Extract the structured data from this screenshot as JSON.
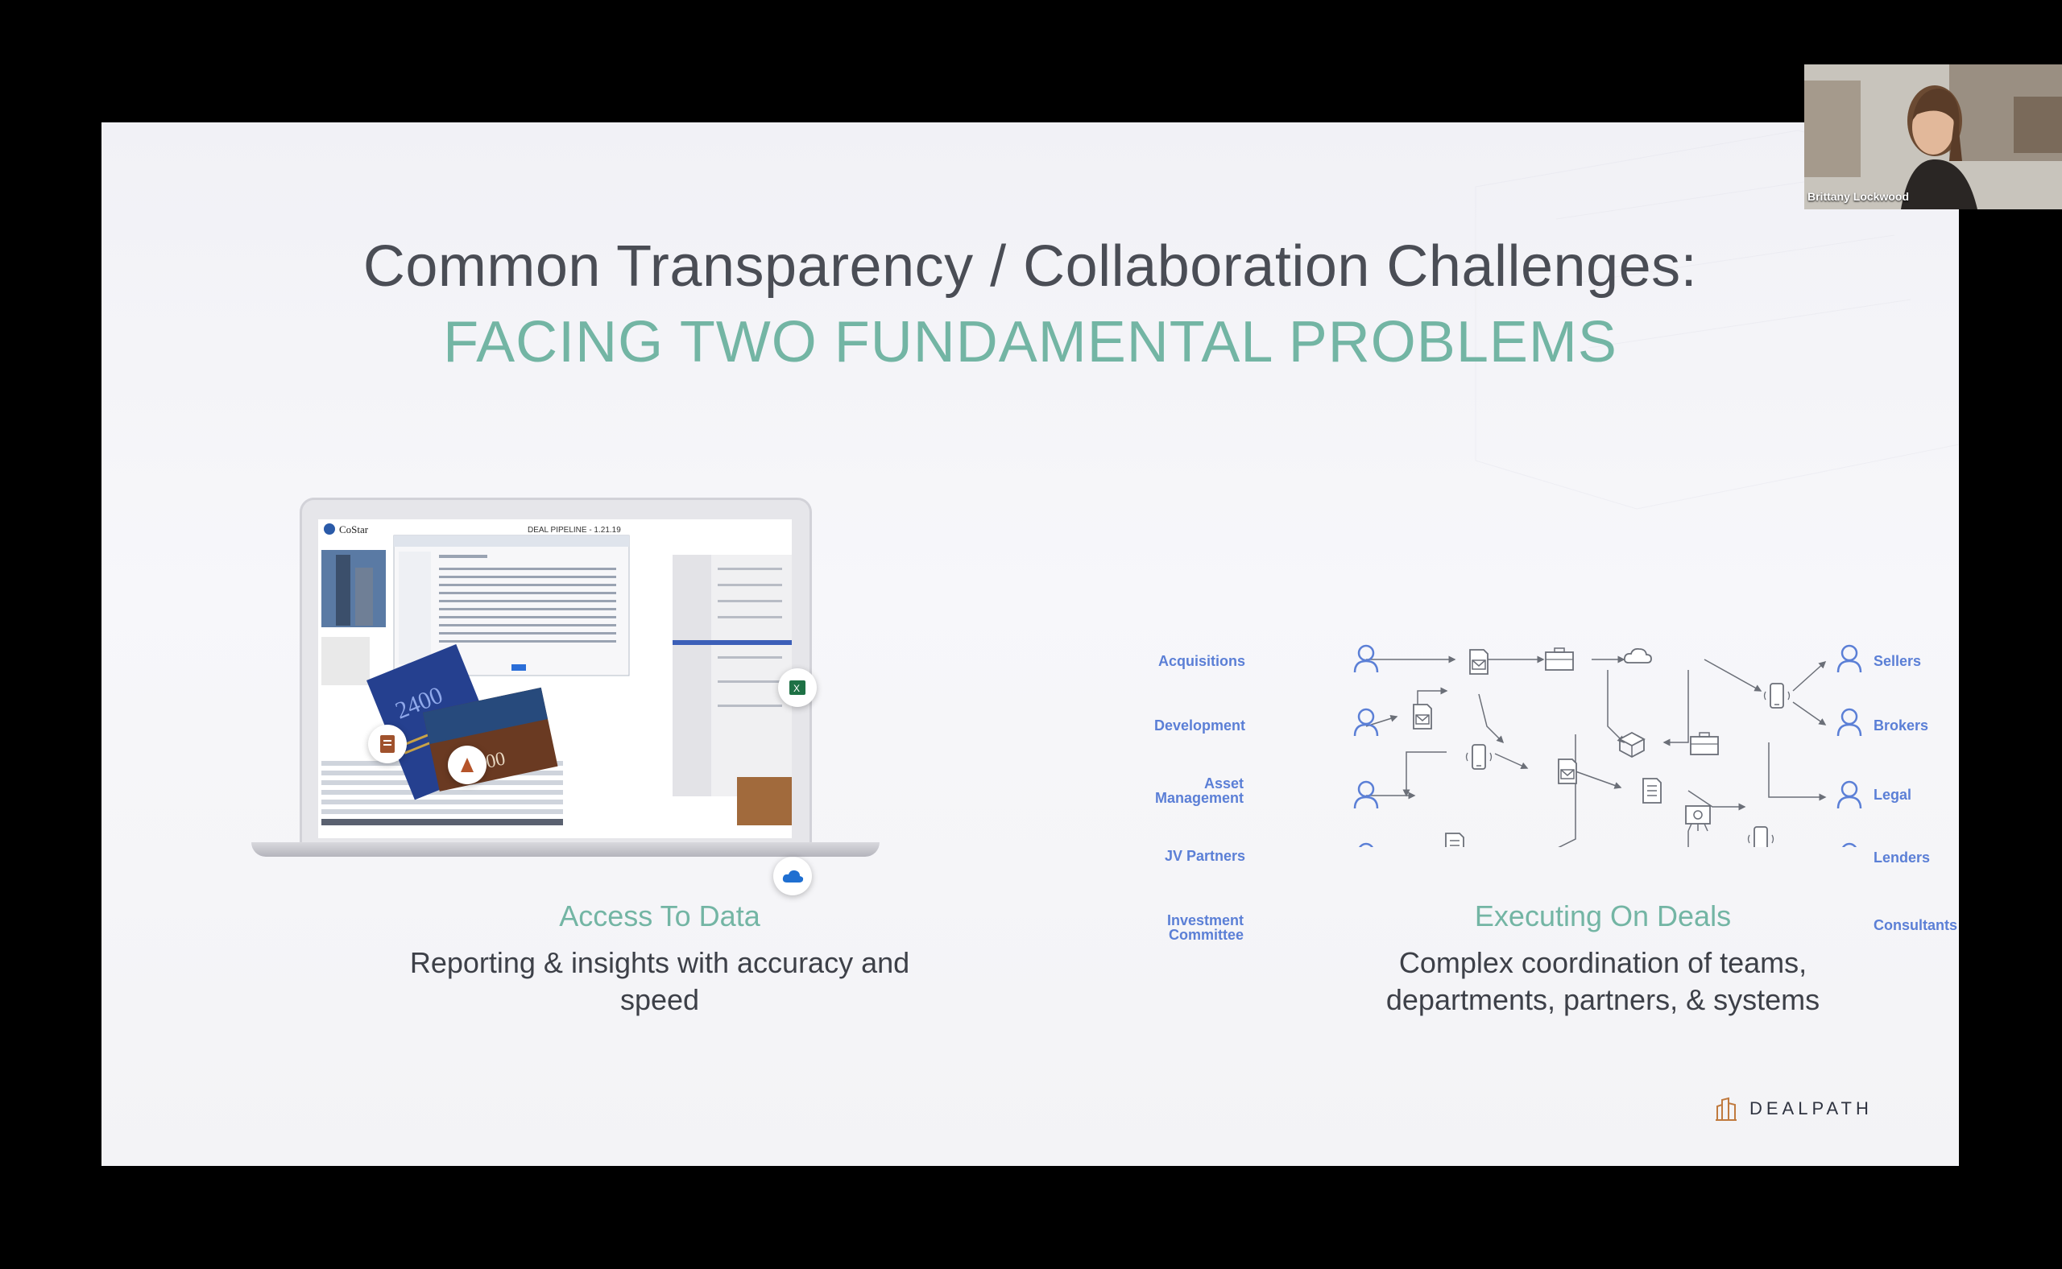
{
  "slide": {
    "title_line1": "Common Transparency / Collaboration Challenges:",
    "title_line2": "FACING TWO FUNDAMENTAL PROBLEMS",
    "left": {
      "heading": "Access To Data",
      "description": "Reporting & insights with accuracy and speed"
    },
    "right": {
      "heading": "Executing On Deals",
      "description": "Complex coordination of teams, departments, partners, & systems"
    },
    "laptop_screen": {
      "brand": "CoStar",
      "pipeline_title": "DEAL PIPELINE - 1.21.19",
      "brochure_text": "2400"
    },
    "diagram": {
      "left_roles": [
        "Acquisitions",
        "Development",
        "Asset Management",
        "JV Partners",
        "Investment Committee"
      ],
      "right_roles": [
        "Sellers",
        "Brokers",
        "Legal",
        "Lenders",
        "Consultants"
      ]
    },
    "logo_text": "DEALPATH"
  },
  "webcam": {
    "participant_name": "Brittany Lockwood"
  },
  "colors": {
    "accent": "#73b5a4",
    "title": "#4a4d55",
    "diagram_blue": "#5b7fd6",
    "background": "#000000"
  }
}
